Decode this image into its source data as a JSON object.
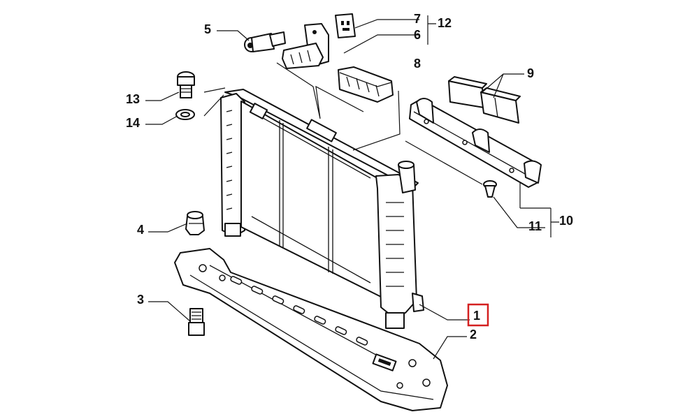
{
  "callouts": {
    "c1": "1",
    "c2": "2",
    "c3": "3",
    "c4": "4",
    "c5": "5",
    "c6": "6",
    "c7": "7",
    "c8": "8",
    "c9": "9",
    "c10": "10",
    "c11": "11",
    "c12": "12",
    "c13": "13",
    "c14": "14"
  },
  "highlight": {
    "callout": "1",
    "color": "#d42020"
  }
}
